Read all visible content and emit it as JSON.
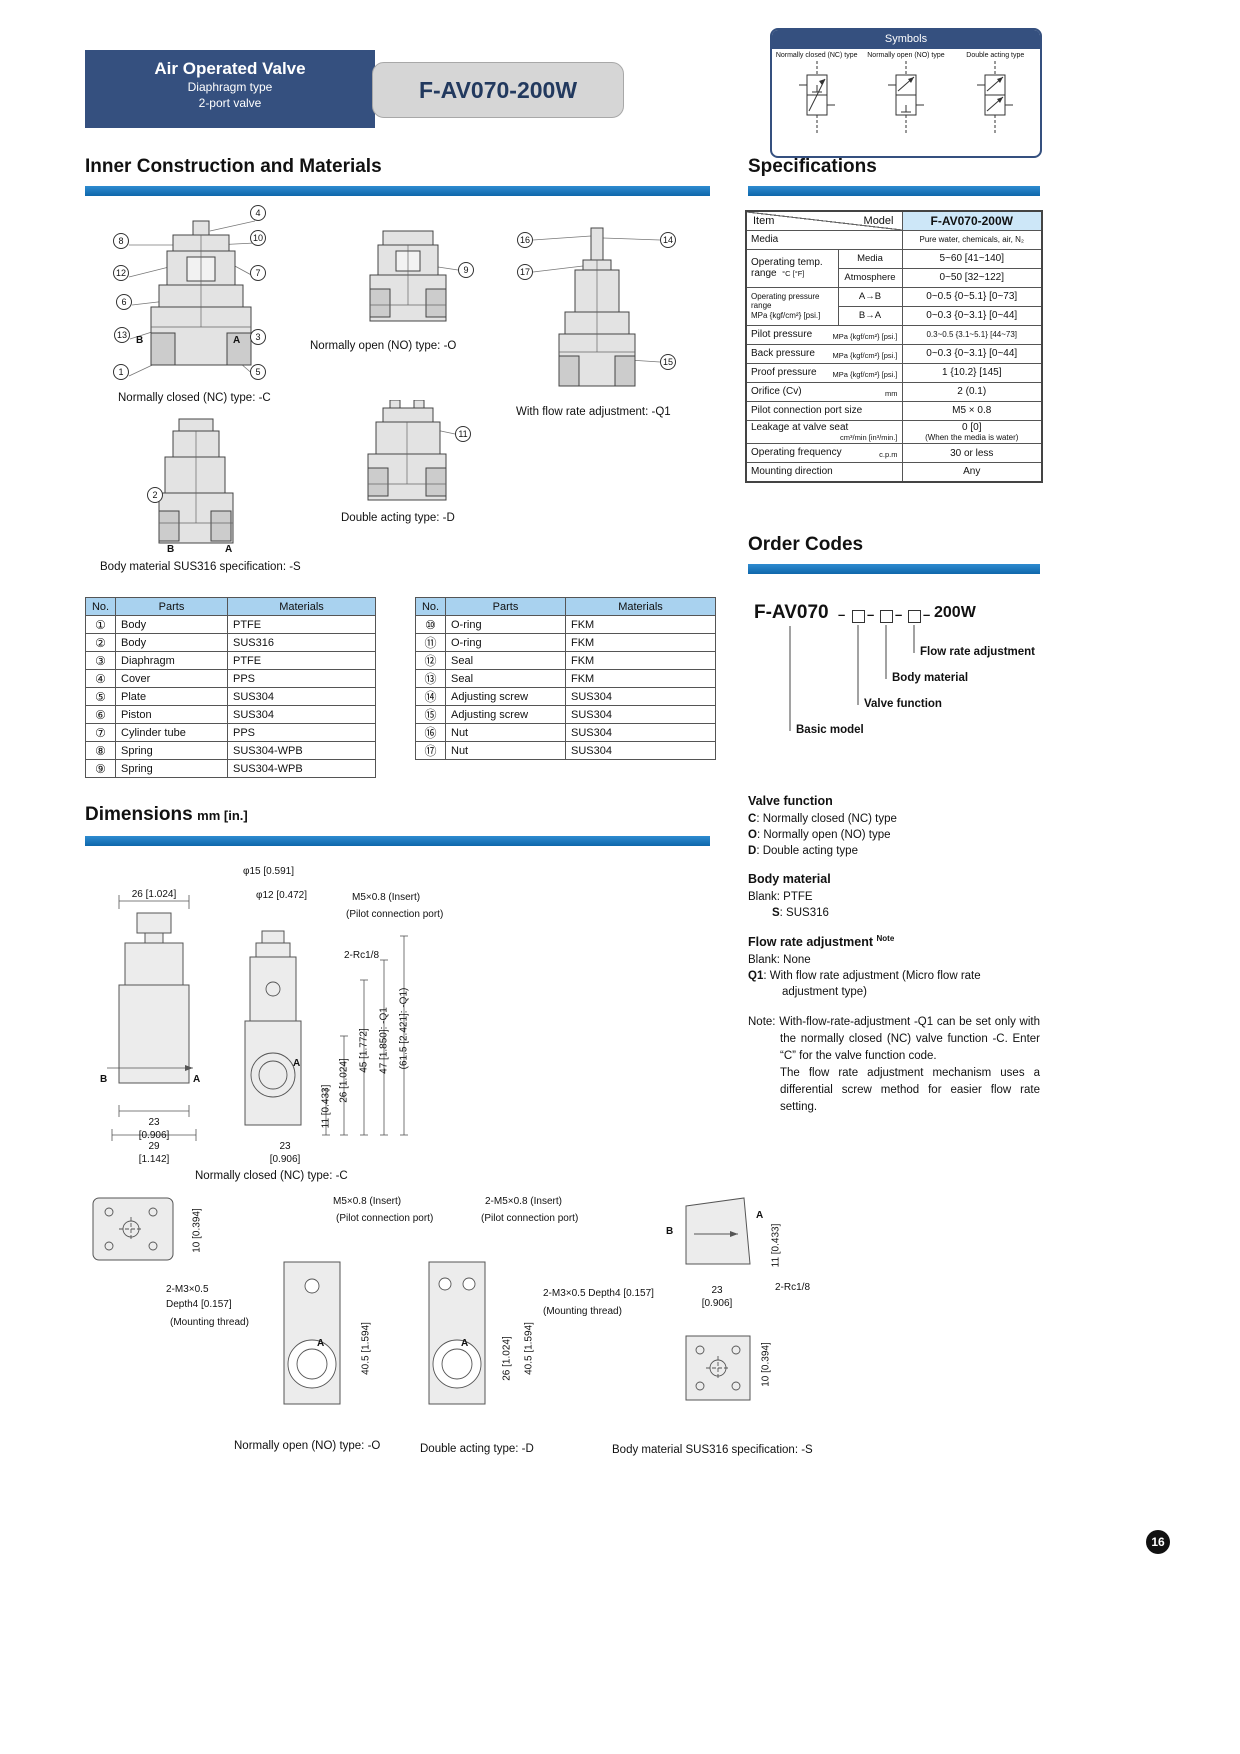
{
  "page": {
    "number": "16"
  },
  "header": {
    "title": "Air Operated Valve",
    "subtitle1": "Diaphragm type",
    "subtitle2": "2-port valve",
    "model": "F-AV070-200W"
  },
  "symbols": {
    "title": "Symbols",
    "items": [
      {
        "label": "Normally closed (NC) type"
      },
      {
        "label": "Normally open (NO) type"
      },
      {
        "label": "Double acting type"
      }
    ]
  },
  "inner": {
    "title": "Inner Construction and Materials",
    "captions": {
      "nc": "Normally closed (NC) type: -C",
      "no": "Normally open (NO) type: -O",
      "q1": "With flow rate adjustment: -Q1",
      "d": "Double acting type: -D",
      "s": "Body material SUS316 specification: -S"
    },
    "port_b": "B",
    "port_a": "A",
    "callouts": {
      "n1": "1",
      "n2": "2",
      "n3": "3",
      "n4": "4",
      "n5": "5",
      "n6": "6",
      "n7": "7",
      "n8": "8",
      "n9": "9",
      "n10": "10",
      "n11": "11",
      "n12": "12",
      "n13": "13",
      "n14": "14",
      "n15": "15",
      "n16": "16",
      "n17": "17"
    }
  },
  "parts_left": {
    "headers": [
      "No.",
      "Parts",
      "Materials"
    ],
    "rows": [
      [
        "①",
        "Body",
        "PTFE"
      ],
      [
        "②",
        "Body",
        "SUS316"
      ],
      [
        "③",
        "Diaphragm",
        "PTFE"
      ],
      [
        "④",
        "Cover",
        "PPS"
      ],
      [
        "⑤",
        "Plate",
        "SUS304"
      ],
      [
        "⑥",
        "Piston",
        "SUS304"
      ],
      [
        "⑦",
        "Cylinder tube",
        "PPS"
      ],
      [
        "⑧",
        "Spring",
        "SUS304-WPB"
      ],
      [
        "⑨",
        "Spring",
        "SUS304-WPB"
      ]
    ]
  },
  "parts_right": {
    "headers": [
      "No.",
      "Parts",
      "Materials"
    ],
    "rows": [
      [
        "⑩",
        "O-ring",
        "FKM"
      ],
      [
        "⑪",
        "O-ring",
        "FKM"
      ],
      [
        "⑫",
        "Seal",
        "FKM"
      ],
      [
        "⑬",
        "Seal",
        "FKM"
      ],
      [
        "⑭",
        "Adjusting screw",
        "SUS304"
      ],
      [
        "⑮",
        "Adjusting screw",
        "SUS304"
      ],
      [
        "⑯",
        "Nut",
        "SUS304"
      ],
      [
        "⑰",
        "Nut",
        "SUS304"
      ]
    ]
  },
  "spec": {
    "title": "Specifications",
    "corner_model": "Model",
    "corner_item": "Item",
    "model": "F-AV070-200W",
    "media_label": "Media",
    "media_value": "Pure water, chemicals, air, N₂",
    "temp_label1": "Operating temp.",
    "temp_label2": "range",
    "temp_unit": "°C [°F]",
    "temp_media_label": "Media",
    "temp_media_value": "5~60 [41~140]",
    "temp_atm_label": "Atmosphere",
    "temp_atm_value": "0~50 [32~122]",
    "op_press_label": "Operating pressure range",
    "op_press_unit": "MPa {kgf/cm²} [psi.]",
    "op_ab_label": "A→B",
    "op_ab_value": "0~0.5 {0~5.1} [0~73]",
    "op_ba_label": "B→A",
    "op_ba_value": "0~0.3 {0~3.1} [0~44]",
    "pilot_label": "Pilot pressure",
    "pilot_unit": "MPa {kgf/cm²} [psi.]",
    "pilot_value": "0.3~0.5 {3.1~5.1} [44~73]",
    "back_label": "Back pressure",
    "back_unit": "MPa {kgf/cm²} [psi.]",
    "back_value": "0~0.3 {0~3.1} [0~44]",
    "proof_label": "Proof pressure",
    "proof_unit": "MPa {kgf/cm²} [psi.]",
    "proof_value": "1 {10.2} [145]",
    "orifice_label": "Orifice (Cv)",
    "orifice_unit": "mm",
    "orifice_value": "2 (0.1)",
    "port_label": "Pilot connection port size",
    "port_value": "M5 × 0.8",
    "leak_label": "Leakage at valve seat",
    "leak_unit": "cm³/min [in³/min.]",
    "leak_value1": "0 [0]",
    "leak_value2": "(When the media is water)",
    "freq_label": "Operating frequency",
    "freq_unit": "c.p.m",
    "freq_value": "30 or less",
    "mount_label": "Mounting direction",
    "mount_value": "Any"
  },
  "order": {
    "title": "Order Codes",
    "base": "F-AV070",
    "dash": "–",
    "suffix": "200W",
    "labels": {
      "flow": "Flow rate adjustment",
      "body": "Body material",
      "valve": "Valve function",
      "basic": "Basic model"
    },
    "valve_function": {
      "title": "Valve function",
      "items": [
        {
          "key": "C",
          "desc": ": Normally closed (NC) type"
        },
        {
          "key": "O",
          "desc": ": Normally open (NO) type"
        },
        {
          "key": "D",
          "desc": ": Double acting type"
        }
      ]
    },
    "body_material": {
      "title": "Body material",
      "items": [
        {
          "key": "Blank",
          "desc": ": PTFE"
        },
        {
          "key": "S",
          "desc": ": SUS316"
        }
      ]
    },
    "flow_rate": {
      "title": "Flow rate adjustment",
      "note_sup": "Note",
      "items": [
        {
          "key": "Blank",
          "desc": ": None"
        },
        {
          "key": "Q1",
          "desc": ": With flow rate adjustment (Micro flow rate adjustment type)"
        }
      ]
    },
    "note_label": "Note:",
    "note_text1": "With-flow-rate-adjustment -Q1 can be set only with the normally closed (NC) valve function -C. Enter “C” for the valve function code.",
    "note_text2": "The flow rate adjustment mechanism uses a differential screw method for easier flow rate setting."
  },
  "dims": {
    "title": "Dimensions",
    "unit": "mm [in.]",
    "nc_front": {
      "w26": "26 [1.024]",
      "b": "B",
      "a": "A",
      "w23": "23\n[0.906]",
      "w29": "29\n[1.142]"
    },
    "nc_side": {
      "phi15": "φ15 [0.591]",
      "phi12": "φ12 [0.472]",
      "m5a": "M5×0.8 (Insert)",
      "m5b": "(Pilot connection port)",
      "rc": "2-Rc1/8",
      "a": "A",
      "h11": "11 [0.433]",
      "h26": "26 [1.024]",
      "h45": "45 [1.772]",
      "h47": "47 [1.850]: -Q1",
      "h615": "(61.5 [2.421]: -Q1)",
      "w23": "23\n[0.906]"
    },
    "cap_nc": "Normally closed (NC) type: -C",
    "mount_top": {
      "d10": "10 [0.394]",
      "m3a": "2-M3×0.5",
      "m3b": "Depth4 [0.157]",
      "m3c": "(Mounting thread)"
    },
    "no_fig": {
      "m5a": "M5×0.8 (Insert)",
      "m5b": "(Pilot connection port)",
      "a": "A",
      "h405": "40.5 [1.594]",
      "cap": "Normally open (NO) type: -O"
    },
    "d_fig": {
      "m5a": "2-M5×0.8 (Insert)",
      "m5b": "(Pilot connection port)",
      "a": "A",
      "h26": "26 [1.024]",
      "h405": "40.5 [1.594]",
      "cap": "Double acting type: -D",
      "m3a": "2-M3×0.5 Depth4 [0.157]",
      "m3b": "(Mounting thread)"
    },
    "s_fig": {
      "b": "B",
      "a": "A",
      "h11": "11 [0.433]",
      "w23": "23\n[0.906]",
      "rc": "2-Rc1/8",
      "d10": "10 [0.394]",
      "cap": "Body material SUS316 specification: -S"
    }
  }
}
